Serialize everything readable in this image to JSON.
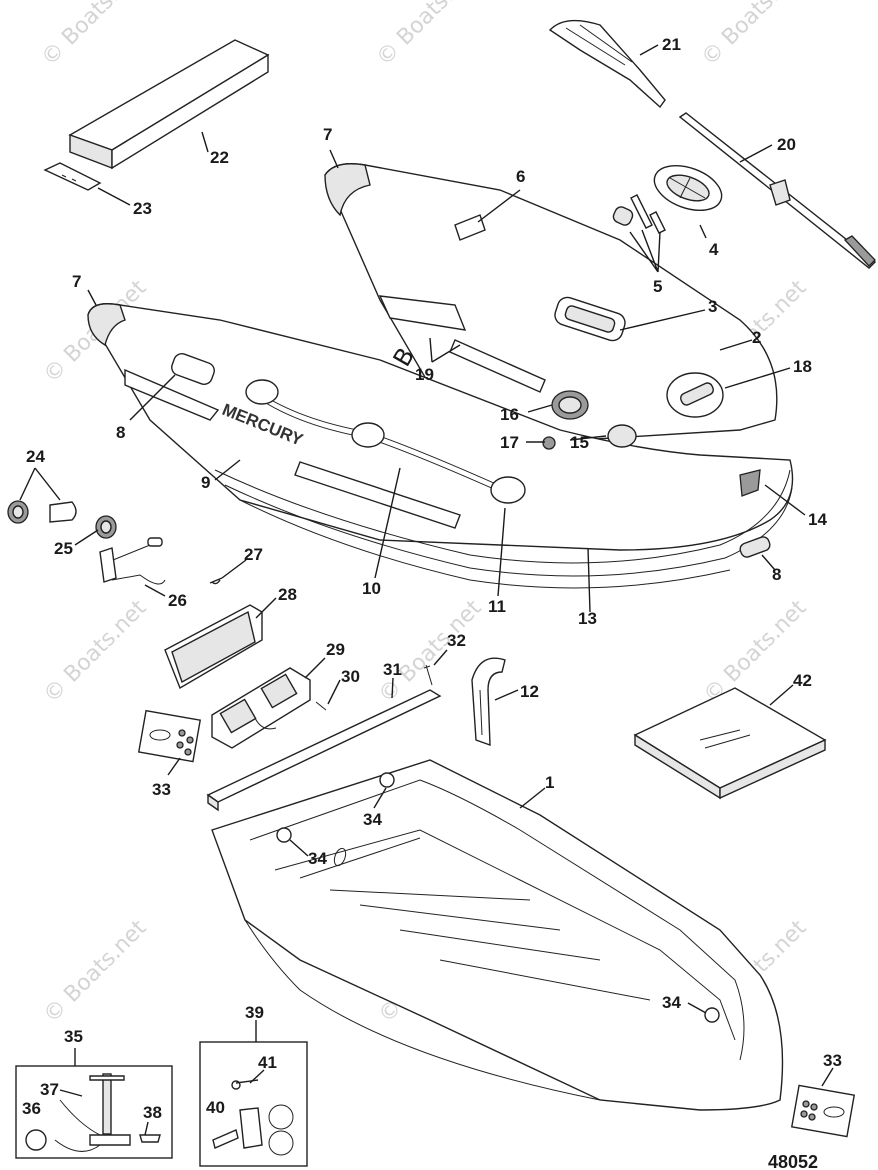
{
  "watermark": {
    "text": "© Boats.net",
    "center_text": "© Boats.net"
  },
  "figure_number": "48052",
  "callouts": {
    "c1": "1",
    "c2": "2",
    "c3": "3",
    "c4": "4",
    "c5": "5",
    "c6": "6",
    "c7a": "7",
    "c7b": "7",
    "c8a": "8",
    "c8b": "8",
    "c9": "9",
    "c10": "10",
    "c11": "11",
    "c12": "12",
    "c13": "13",
    "c14": "14",
    "c15": "15",
    "c16": "16",
    "c17": "17",
    "c18": "18",
    "c19": "19",
    "c20": "20",
    "c21": "21",
    "c22": "22",
    "c23": "23",
    "c24": "24",
    "c25": "25",
    "c26": "26",
    "c27": "27",
    "c28": "28",
    "c29": "29",
    "c30": "30",
    "c31": "31",
    "c32": "32",
    "c33a": "33",
    "c33b": "33",
    "c34a": "34",
    "c34b": "34",
    "c34c": "34",
    "c35": "35",
    "c36": "36",
    "c37": "37",
    "c38": "38",
    "c39": "39",
    "c40": "40",
    "c41": "41",
    "c42": "42"
  },
  "brand_mark": "MERCURY"
}
